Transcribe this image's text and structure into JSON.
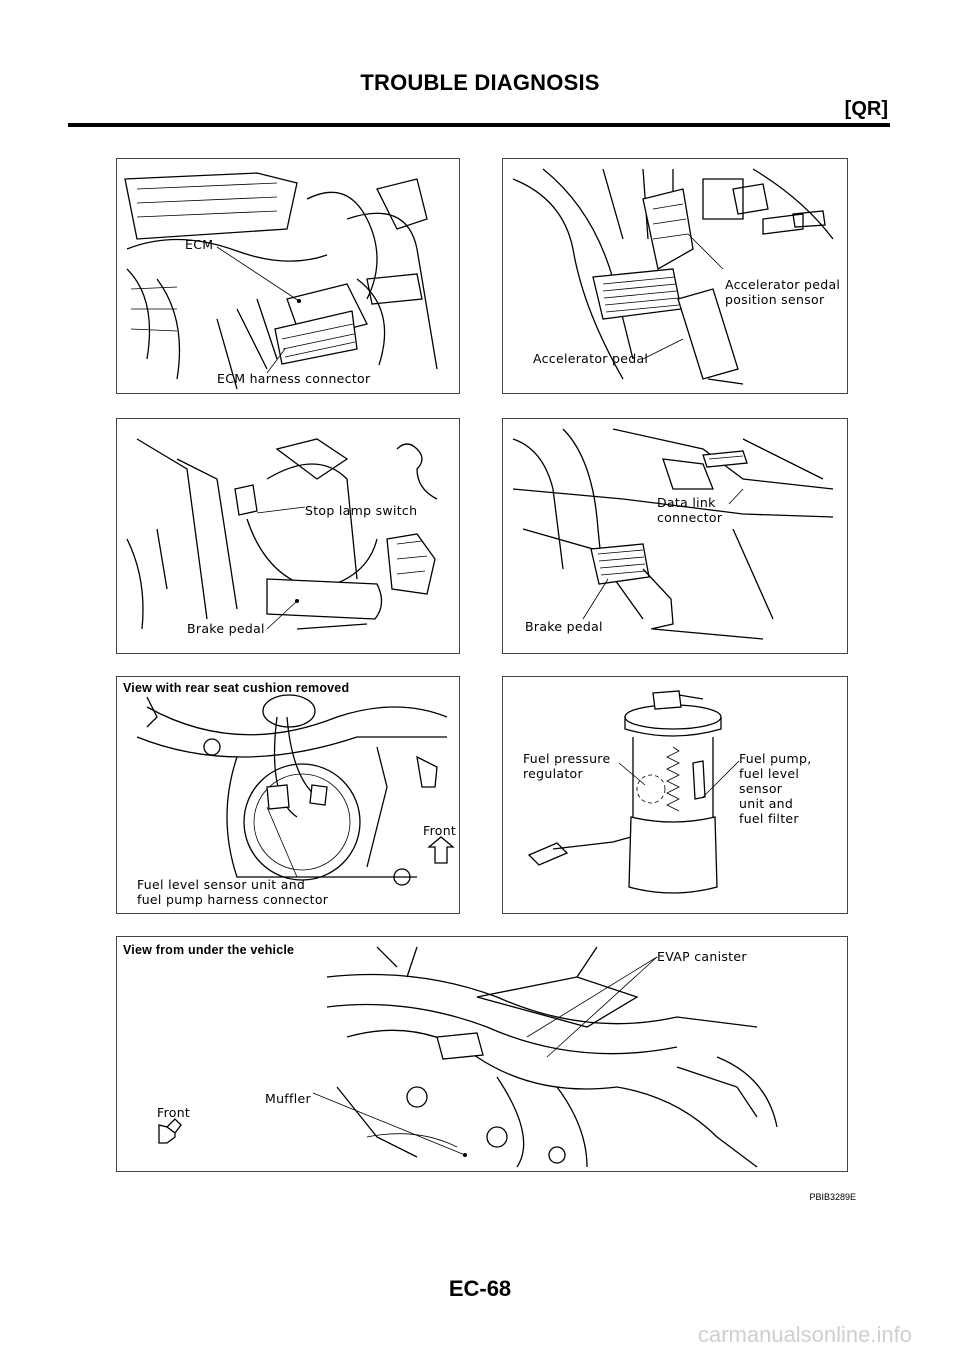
{
  "header": {
    "title": "TROUBLE DIAGNOSIS",
    "section": "[QR]"
  },
  "panels": {
    "ecm": {
      "labels": [
        "ECM",
        "ECM harness connector"
      ]
    },
    "accel": {
      "labels": [
        "Accelerator pedal\nposition sensor",
        "Accelerator pedal"
      ]
    },
    "stop": {
      "labels": [
        "Stop lamp switch",
        "Brake pedal"
      ]
    },
    "dlc": {
      "labels": [
        "Data link\nconnector",
        "Brake pedal"
      ]
    },
    "rearseat": {
      "labels": [
        "View with rear seat cushion removed",
        "Front",
        "Fuel level sensor unit and\nfuel pump harness connector"
      ]
    },
    "fuelpump": {
      "labels": [
        "Fuel pressure\nregulator",
        "Fuel pump,\nfuel level\nsensor\nunit and\nfuel filter"
      ]
    },
    "under": {
      "labels": [
        "View from under the vehicle",
        "EVAP canister",
        "Muffler",
        "Front"
      ]
    }
  },
  "figure_code": "PBIB3289E",
  "page_number": "EC-68",
  "footer": "carmanualsonline.info"
}
